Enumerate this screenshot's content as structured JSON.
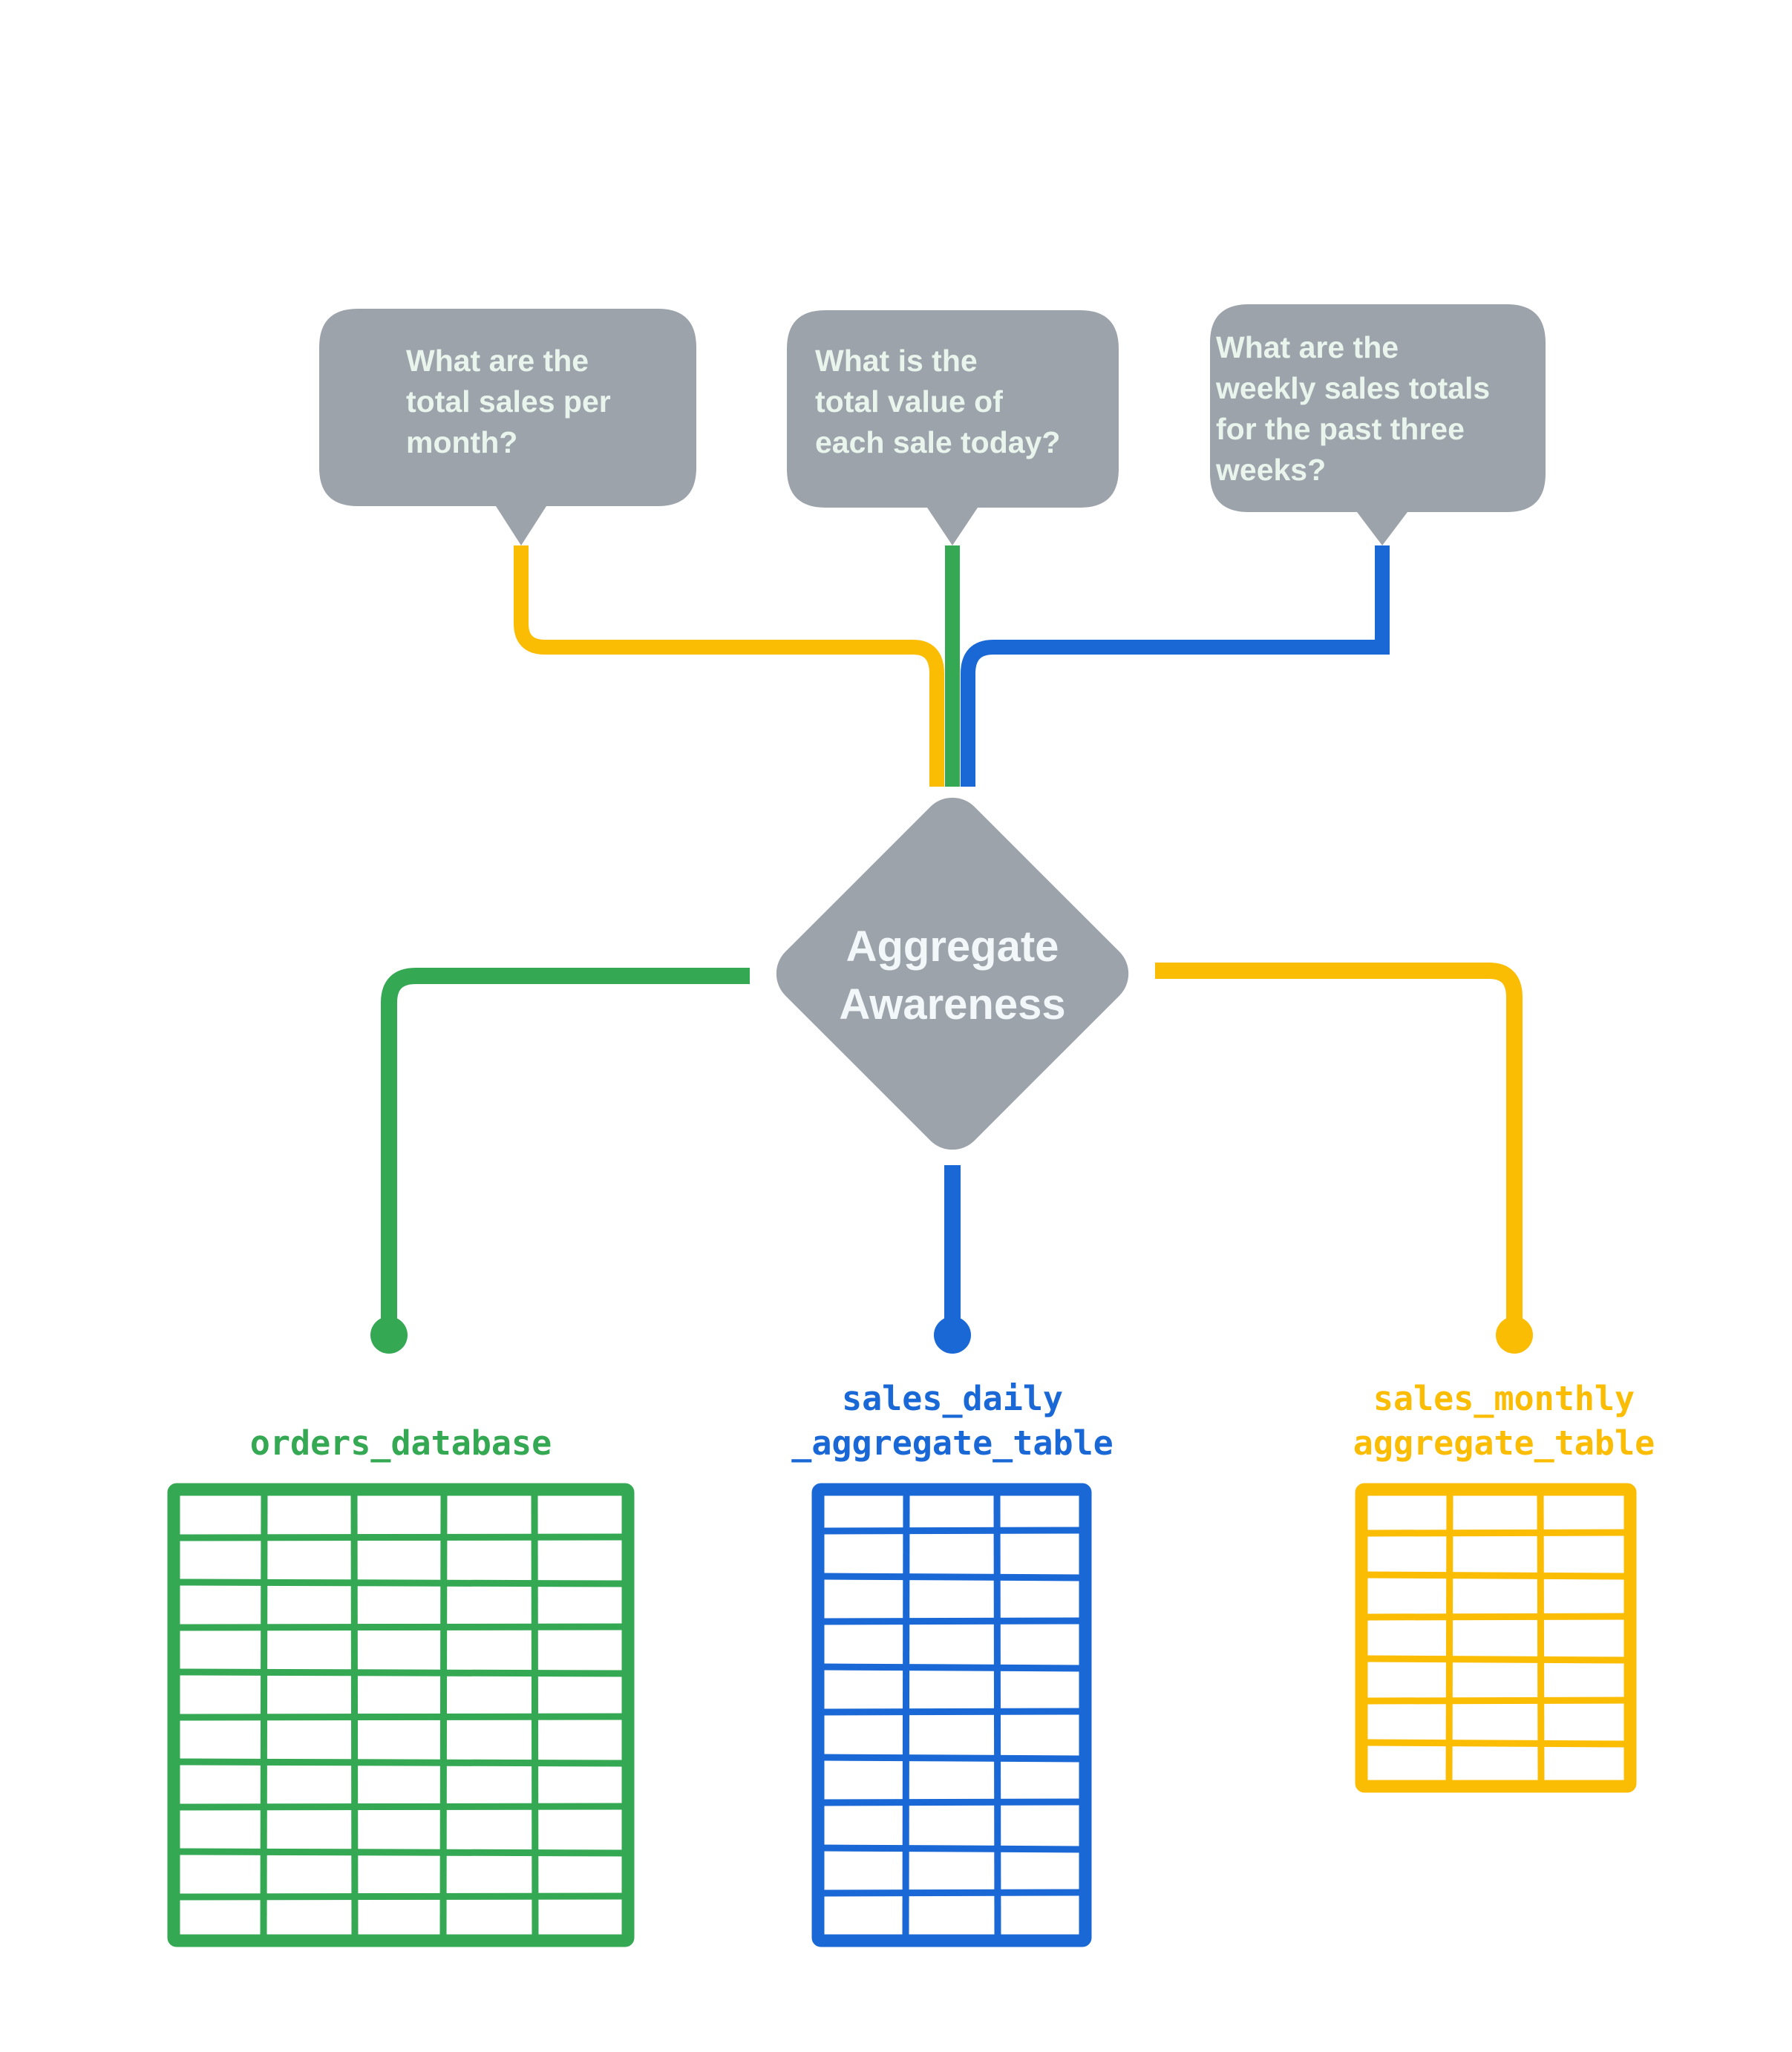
{
  "diagram": {
    "title": "Aggregate Awareness",
    "background_color": "#ffffff",
    "node_color": "#9da3ab",
    "node_text_color": "#f2f7f9",
    "questions": [
      {
        "id": "question-monthly",
        "line1": "What are the",
        "line2": "total sales per",
        "line3": "month?",
        "accent": "#fbbc04"
      },
      {
        "id": "question-daily",
        "line1": "What is the",
        "line2": "total value of",
        "line3": "each sale today?",
        "accent": "#35a853"
      },
      {
        "id": "question-weekly",
        "line1": "What are the",
        "line2": "weekly sales totals",
        "line3": "for the past three",
        "line4": "weeks?",
        "accent": "#1a68d6"
      }
    ],
    "center_node": {
      "label_line1": "Aggregate",
      "label_line2": "Awareness",
      "shape": "diamond"
    },
    "tables": [
      {
        "id": "orders-database",
        "label_line1": "orders_database",
        "label_line2": "",
        "color": "#35a853",
        "columns": 5,
        "rows": 10
      },
      {
        "id": "sales-daily-aggregate-table",
        "label_line1": "sales_daily",
        "label_line2": "_aggregate_table",
        "color": "#1a68d6",
        "columns": 3,
        "rows": 10
      },
      {
        "id": "sales-monthly-aggregate-table",
        "label_line1": "sales_monthly",
        "label_line2": "aggregate_table",
        "color": "#fbbc04",
        "columns": 3,
        "rows": 7
      }
    ],
    "connectors": [
      {
        "id": "connector-monthly-question",
        "color": "#fbbc04"
      },
      {
        "id": "connector-daily-question",
        "color": "#35a853"
      },
      {
        "id": "connector-weekly-question",
        "color": "#1a68d6"
      },
      {
        "id": "connector-orders-database",
        "color": "#35a853"
      },
      {
        "id": "connector-sales-daily",
        "color": "#1a68d6"
      },
      {
        "id": "connector-sales-monthly",
        "color": "#fbbc04"
      }
    ]
  }
}
